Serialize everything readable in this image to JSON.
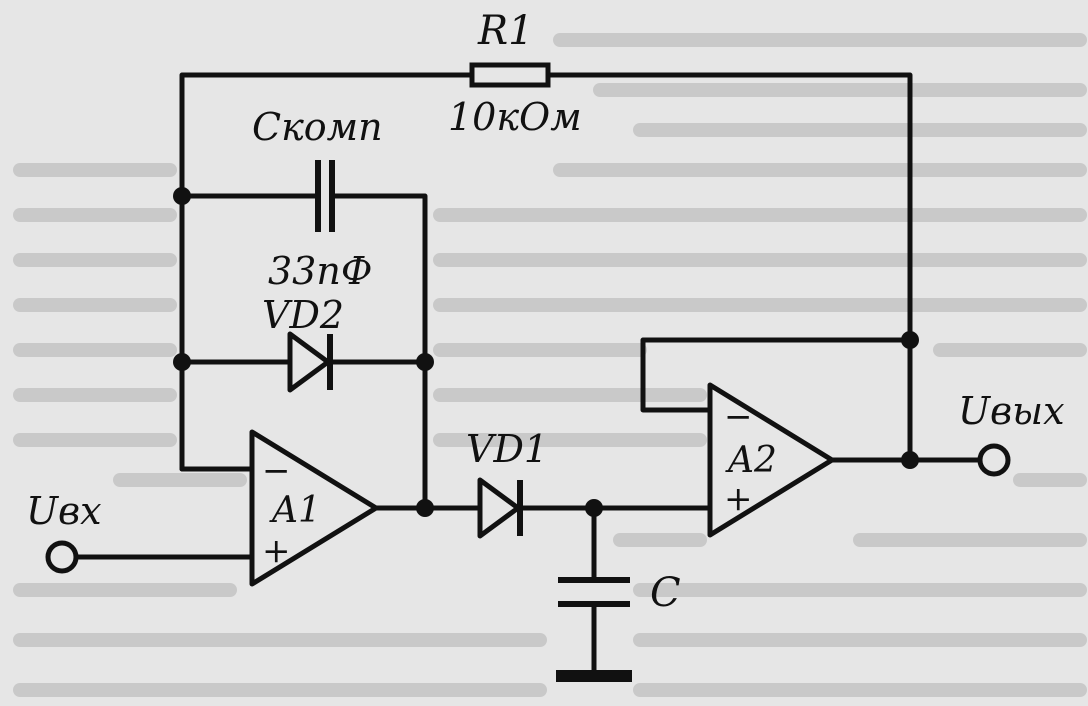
{
  "labels": {
    "r1_name": "R1",
    "r1_value": "10кОм",
    "ccomp_name": "Cкомп",
    "ccomp_value": "33пФ",
    "vd2": "VD2",
    "vd1": "VD1",
    "a1": "A1",
    "a2": "A2",
    "c": "C",
    "u_in": "Uвх",
    "u_out": "Uвых",
    "minus": "−",
    "plus": "+"
  }
}
